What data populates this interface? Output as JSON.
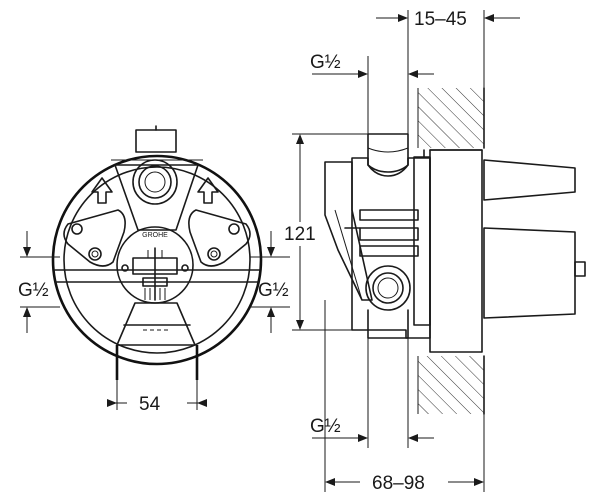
{
  "dimensions": {
    "depth_range_top": "15–45",
    "thread_top": "G½",
    "height": "121",
    "thread_left": "G½",
    "thread_right": "G½",
    "spacing": "54",
    "thread_bottom": "G½",
    "depth_range_bottom": "68–98"
  },
  "brand_mark": "GROHE",
  "colors": {
    "ink": "#1a1a1a",
    "background": "#ffffff"
  }
}
